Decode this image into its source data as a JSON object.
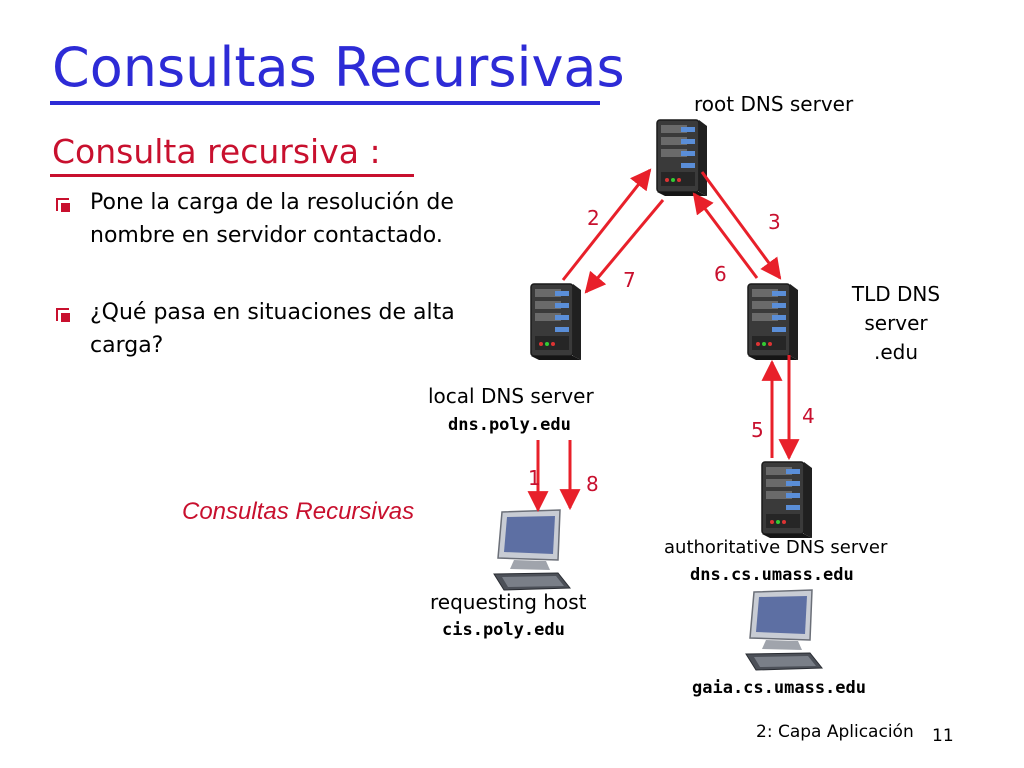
{
  "slide": {
    "title": "Consultas Recursivas",
    "subtitle": "Consulta recursiva :",
    "bullets": [
      "Pone la carga de la resolución de nombre en servidor contactado.",
      "¿Qué pasa en situaciones de alta carga?"
    ],
    "footer": "2: Capa Aplicación",
    "page_number": "11"
  },
  "diagram": {
    "root_server": "root DNS server",
    "tld_server": [
      "TLD DNS",
      "server",
      ".edu"
    ],
    "local_server": "local DNS server",
    "local_server_host": "dns.poly.edu",
    "auth_server": "authoritative DNS server",
    "auth_server_host": "dns.cs.umass.edu",
    "requesting_host": "requesting host",
    "requesting_host_name": "cis.poly.edu",
    "gaia_host": "gaia.cs.umass.edu",
    "recursive_label": "Consultas Recursivas",
    "steps": [
      "1",
      "2",
      "3",
      "4",
      "5",
      "6",
      "7",
      "8"
    ],
    "arrow_color": "#e8202a",
    "title_color": "#2d2bd6",
    "accent_color": "#c8102e"
  }
}
